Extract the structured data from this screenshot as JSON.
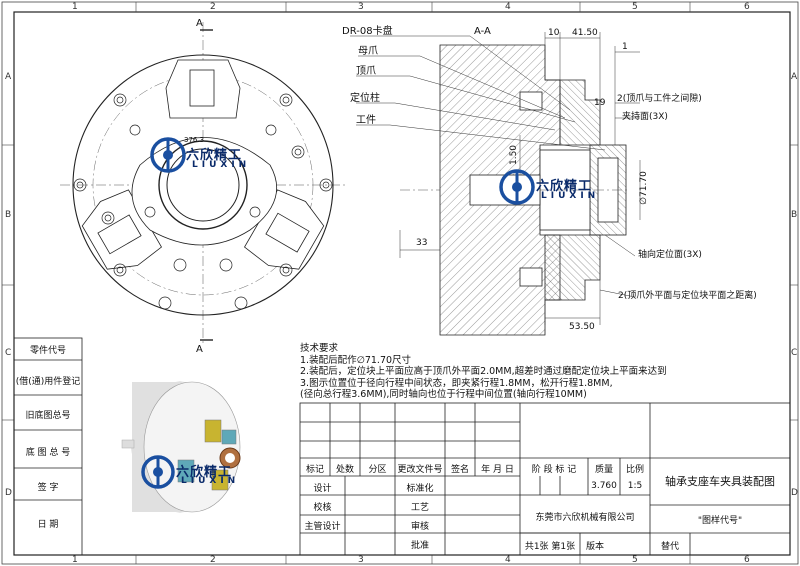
{
  "border": {
    "columns": [
      "1",
      "2",
      "3",
      "4",
      "5",
      "6"
    ],
    "rows": [
      "A",
      "B",
      "C",
      "D"
    ]
  },
  "brand": {
    "name_cn": "六欣精工",
    "name_en": "LIUXIN",
    "small_text": "376.3",
    "color": "#1a4fa0"
  },
  "section": {
    "marker": "A",
    "title": "A-A"
  },
  "callouts": {
    "chuck": "DR-08卡盘",
    "base_jaw": "母爪",
    "top_jaw": "顶爪",
    "locating_pin": "定位柱",
    "workpiece": "工件",
    "gap_label": "2(顶爪与工件之间隙)",
    "clamping_surface": "夹持面(3X)",
    "axial_locating": "轴向定位面(3X)",
    "distance_label": "2(顶爪外平面与定位块平面之距离)"
  },
  "dimensions": {
    "d10": "10",
    "d41_50": "41.50",
    "d1": "1",
    "d19": "19",
    "d1_50": "1.50",
    "dia": "∅71.70",
    "d33": "33",
    "d53_50": "53.50"
  },
  "notes": {
    "title": "技术要求",
    "lines": [
      "1.装配后配作∅71.70尺寸",
      "2.装配后，定位块上平面应高于顶爪外平面2.0MM,超差时通过磨配定位块上平面来达到",
      "3.图示位置位于径向行程中间状态，即夹紧行程1.8MM，松开行程1.8MM,",
      "(径向总行程3.6MM),同时轴向也位于行程中间位置(轴向行程10MM)"
    ]
  },
  "side_panel": {
    "rows": [
      "零件代号",
      "(借(通)用件登记",
      "旧底图总号",
      "底 图 总 号",
      "签 字",
      "日 期"
    ]
  },
  "title_block": {
    "rev_headers": [
      "标记",
      "处数",
      "分区",
      "更改文件号",
      "签名",
      "年 月 日"
    ],
    "sign_rows": [
      {
        "left": "设计",
        "right": "标准化"
      },
      {
        "left": "校核",
        "right": "工艺"
      },
      {
        "left": "主管设计",
        "right": "审核"
      },
      {
        "left": "",
        "right": "批准"
      }
    ],
    "stage_label": "阶 段 标 记",
    "mass_label": "质量",
    "scale_label": "比例",
    "mass": "3.760",
    "scale": "1:5",
    "sheets": "共1张  第1张",
    "version": "版本",
    "company": "东莞市六欣机械有限公司",
    "drawing_title": "轴承支座车夹具装配图",
    "drawing_code": "\"图样代号\"",
    "replace": "替代"
  }
}
